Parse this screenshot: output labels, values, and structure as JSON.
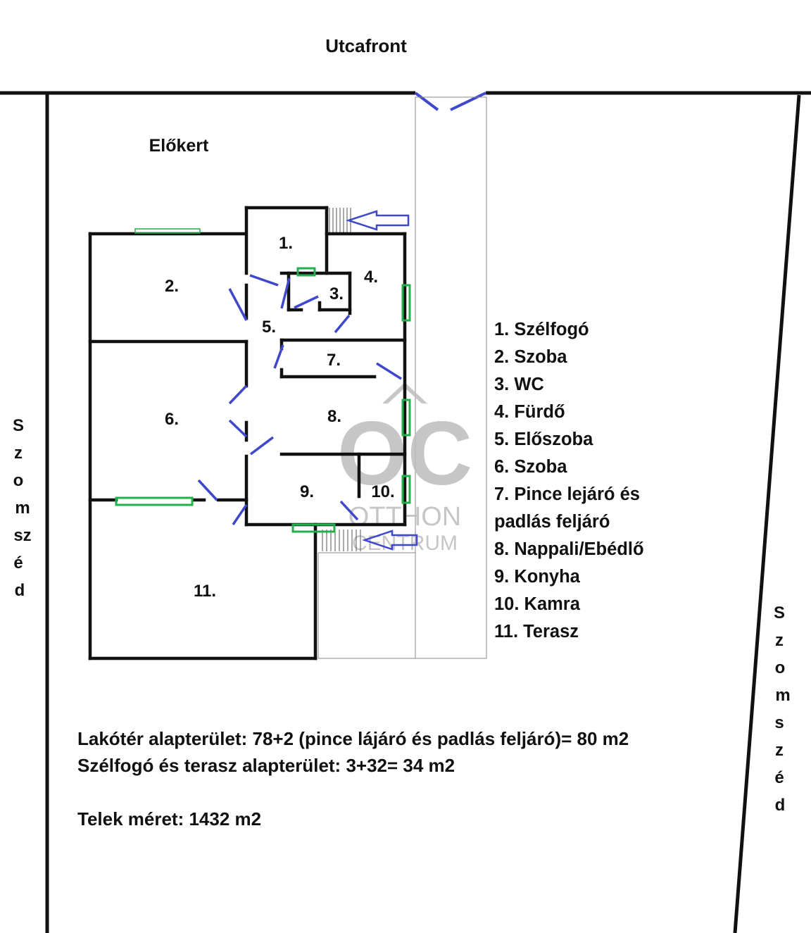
{
  "street_label": "Utcafront",
  "front_garden_label": "Előkert",
  "neighbor_left_letters": [
    "S",
    "z",
    "o",
    "m",
    "sz",
    "é",
    "d"
  ],
  "neighbor_right_letters": [
    "S",
    "z",
    "o",
    "m",
    "s",
    "z",
    "é",
    "d"
  ],
  "room_numbers": {
    "r1": "1.",
    "r2": "2.",
    "r3": "3.",
    "r4": "4.",
    "r5": "5.",
    "r6": "6.",
    "r7": "7.",
    "r8": "8.",
    "r9": "9.",
    "r10": "10.",
    "r11": "11."
  },
  "legend": [
    "1. Szélfogó",
    "2. Szoba",
    "3. WC",
    "4. Fürdő",
    "5. Előszoba",
    "6. Szoba",
    "7. Pince lejáró és",
    "padlás feljáró",
    "8. Nappali/Ebédlő",
    "9. Konyha",
    "10. Kamra",
    "11. Terasz"
  ],
  "info": {
    "line1": "Lakótér alapterület: 78+2 (pince lájáró és padlás feljáró)= 80 m2",
    "line2": "Szélfogó és terasz alapterület: 3+32= 34 m2",
    "line3": "Telek méret: 1432 m2"
  },
  "watermark": {
    "logo": "OC",
    "line1": "OTTHON",
    "line2": "CENTRUM"
  },
  "colors": {
    "wall": "#111111",
    "door": "#3f48cc",
    "window": "#22b14c",
    "watermark": "#bdbdbd"
  }
}
